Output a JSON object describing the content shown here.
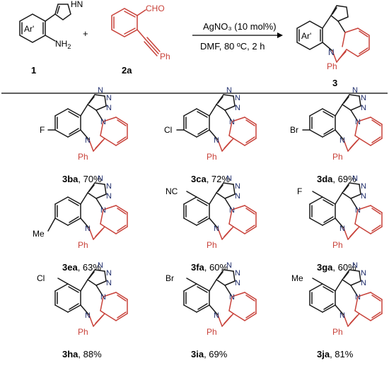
{
  "reaction": {
    "reactant1_label": "Ar'",
    "reactant1_nh2": "NH",
    "reactant1_nh2_sub": "2",
    "reactant1_nh_triazole": "HN",
    "reactant1_id": "1",
    "plus": "+",
    "reactant2_cho": "CHO",
    "reactant2_ph": "Ph",
    "reactant2_id": "2a",
    "reagent": "AgNO₃ (10 mol%)",
    "conditions": "DMF, 80 ºC, 2 h",
    "product_ar": "Ar'",
    "product_ph": "Ph",
    "product_n": "N",
    "product_id": "3"
  },
  "atoms": {
    "n": "N",
    "ph": "Ph"
  },
  "products": [
    {
      "id": "3ba",
      "yield": ", 70%",
      "sub": "F",
      "pos": "a"
    },
    {
      "id": "3ca",
      "yield": ", 72%",
      "sub": "Cl",
      "pos": "a"
    },
    {
      "id": "3da",
      "yield": ", 69%",
      "sub": "Br",
      "pos": "a"
    },
    {
      "id": "3ea",
      "yield": ", 63%",
      "sub": "Me",
      "pos": "b"
    },
    {
      "id": "3fa",
      "yield": ", 60%",
      "sub": "NC",
      "pos": "c"
    },
    {
      "id": "3ga",
      "yield": ", 60%",
      "sub": "F",
      "pos": "c"
    },
    {
      "id": "3ha",
      "yield": ", 88%",
      "sub": "Cl",
      "pos": "c"
    },
    {
      "id": "3ia",
      "yield": ", 69%",
      "sub": "Br",
      "pos": "c"
    },
    {
      "id": "3ja",
      "yield": ", 81%",
      "sub": "Me",
      "pos": "c"
    }
  ],
  "colors": {
    "bond": "#1a1a1a",
    "highlight": "#c8423a",
    "n_atom": "#1f2d6b"
  }
}
